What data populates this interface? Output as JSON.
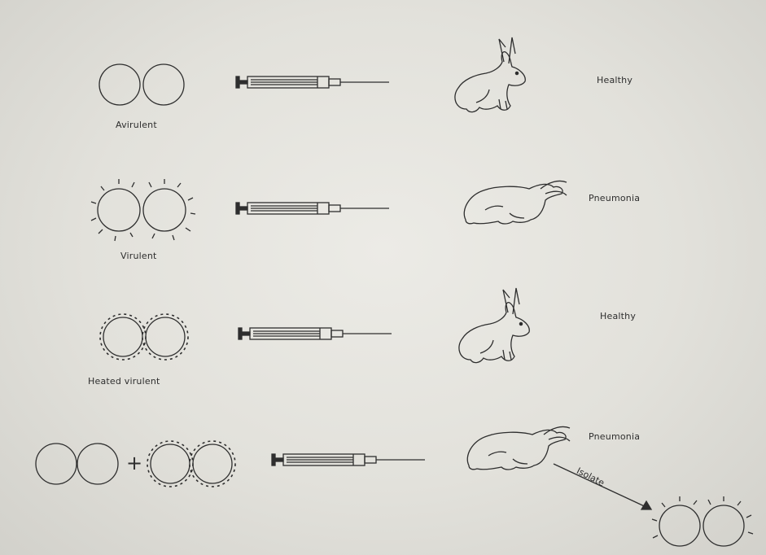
{
  "rows": [
    {
      "bacteria_label": "Avirulent",
      "outcome": "Healthy"
    },
    {
      "bacteria_label": "Virulent",
      "outcome": "Pneumonia"
    },
    {
      "bacteria_label": "Heated virulent",
      "outcome": "Healthy"
    },
    {
      "bacteria_label": "",
      "outcome": "Pneumonia"
    }
  ],
  "plus_sign": "+",
  "isolate_label": "Isolate",
  "colors": {
    "ink": "#2e2e2e",
    "background": "#e4e3dd"
  }
}
